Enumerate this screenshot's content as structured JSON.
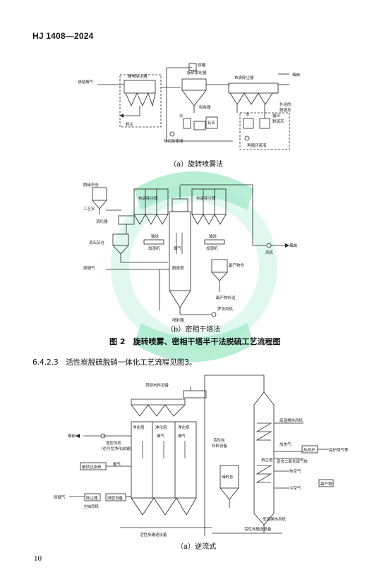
{
  "header": {
    "std_no": "HJ 1408—2024"
  },
  "page_number": "10",
  "fig_a_top": {
    "caption": "（a）旋转喷雾法",
    "labels": {
      "flue_in": "烧结烟气",
      "esp": "静电除尘器",
      "dust": "粉尘",
      "sprayer_tank": "原罐",
      "rotary_atomizer": "旋转雾化器",
      "absorber": "吸收器",
      "bag_filter": "布袋除尘器",
      "chimney": "烟囱",
      "export": "外运的",
      "desulf_ash": "脱硫灰",
      "water": "水",
      "lime": "石灰",
      "hot_slurry": "热石灰浆液",
      "recycle_slurry": "再循环浆液",
      "recycle": "循环",
      "desulf_ash2": "脱硫灰",
      "water2": "水"
    }
  },
  "fig_b": {
    "caption": "（b）密相干塔法",
    "labels": {
      "agent_bin": "脱硫剂仓",
      "process_water": "工艺水",
      "digester": "消化器",
      "slaked_lime_bin": "消石灰仓",
      "raw_flue": "原烟气",
      "bag_filter_l": "布袋除尘器",
      "bag_filter_r": "布袋除尘器",
      "convey_l": "输送",
      "humidifier_l": "加湿机",
      "convey_r": "输送",
      "humidifier_r": "加湿机",
      "flue_gas": "烟气",
      "tower": "脱硫塔",
      "byproduct_bin": "副产物仓",
      "byproduct_out": "副产物外运",
      "fan": "风机",
      "chimney": "烟囱",
      "roots_fan": "罗茨风机",
      "nozzle": "喷射器"
    }
  },
  "figure2_title": "图 2　旋转喷雾、密相干塔半干法脱硫工艺流程图",
  "section_text": "6.4.2.3　活性炭脱硫脱硝一体化工艺流程见图3。",
  "fig3a": {
    "caption": "（a）逆流式",
    "labels": {
      "top_dist": "顶部布料设备",
      "chimney": "烟囱",
      "booster_fan": "增压风机",
      "booster_note": "（也可在净化前端）",
      "tower1": "净化塔",
      "tower2": "净化塔",
      "tower3": "净化塔",
      "flue1": "烟气",
      "flue2": "烟气",
      "ammonia_system": "氨供应系统",
      "ammonia": "氨气",
      "raw_flue": "原烟气",
      "precollector": "除尘器",
      "main_fan": "主抽风机",
      "bottom_dist": "测层设备",
      "ac_bin_left": "活性炭",
      "ac_bin_left2": "补料设备",
      "storage": "储料仓",
      "hi_heat_fan": "高温换热风机",
      "heated_air": "加热气",
      "hot_stove": "热风炉",
      "hi_furnace": "高炉煤气等",
      "regen_tower": "再生塔",
      "so2_rich": "富含二氧化硫气体",
      "hot_air": "热空气",
      "byproduct": "副产物",
      "cold_air": "冷空气",
      "lo_heat_fan": "低温换热风机",
      "ac_convey_l": "活性炭输送设备",
      "ac_convey_r": "活性炭输送设备"
    }
  }
}
